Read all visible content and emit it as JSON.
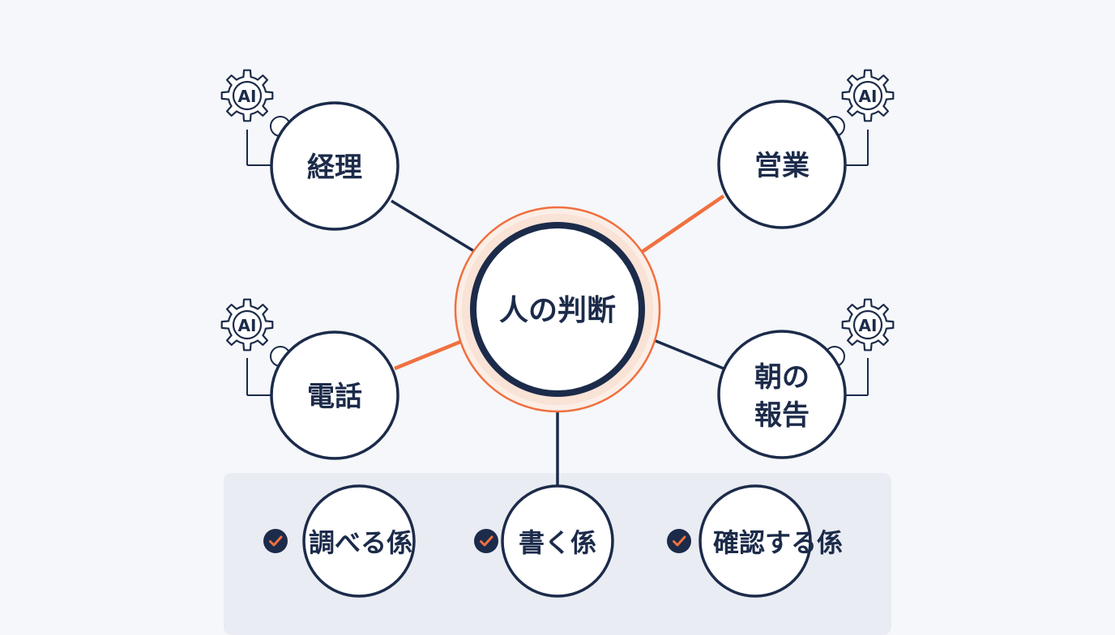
{
  "center": {
    "label": "人の判断"
  },
  "nodes": {
    "accounting": {
      "label": "経理",
      "ai_badge": "AI"
    },
    "sales": {
      "label": "営業",
      "ai_badge": "AI"
    },
    "phone": {
      "label": "電話",
      "ai_badge": "AI"
    },
    "morning_report": {
      "line1": "朝の",
      "line2": "報告",
      "ai_badge": "AI"
    }
  },
  "roles": [
    {
      "label": "調べる係"
    },
    {
      "label": "書く係"
    },
    {
      "label": "確認する係"
    }
  ],
  "colors": {
    "navy": "#1c2b4a",
    "accent": "#f07040",
    "panel": "#e9ecf2",
    "background": "#f5f7fa"
  },
  "icons": [
    "ai-gear-icon",
    "check-icon"
  ]
}
